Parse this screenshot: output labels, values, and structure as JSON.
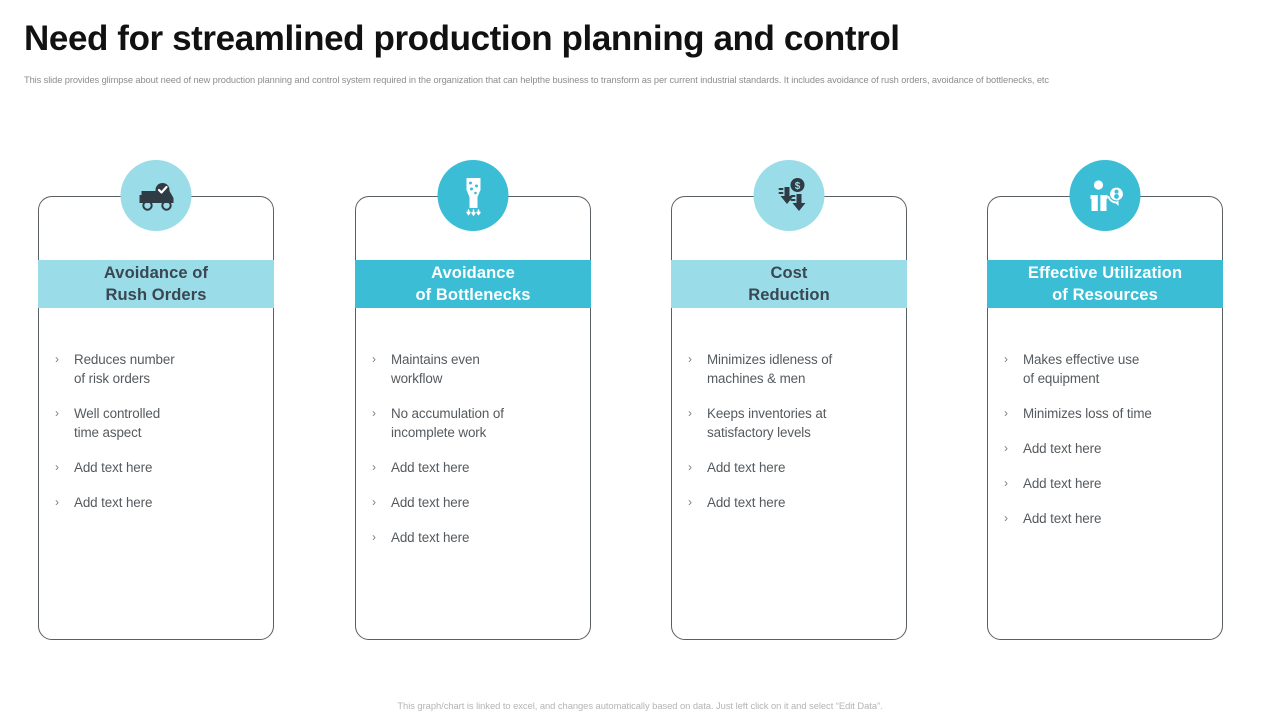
{
  "header": {
    "title": "Need for streamlined production planning and control",
    "subtitle": "This slide provides glimpse about need of new production planning and control system required in the organization that can helpthe business to transform as per current industrial standards. It includes avoidance of rush orders, avoidance of bottlenecks, etc"
  },
  "colors": {
    "accent_light": "#9ADDE8",
    "accent_dark": "#3BBDD6",
    "title_dark": "#3A4652",
    "title_light": "#FFFFFF",
    "body_text": "#555A5E",
    "muted": "#8D8D8D",
    "card_border": "#5A5F63"
  },
  "bullet_marker": "›",
  "cards": [
    {
      "icon": "delivery-truck-check-icon",
      "circle_color": "#9ADDE8",
      "banner_color": "#9ADDE8",
      "banner_text_color": "#3A4652",
      "icon_color": "#2F3B45",
      "title_line1": "Avoidance of",
      "title_line2": "Rush Orders",
      "bullets": [
        "Reduces number\nof  risk orders",
        "Well controlled\ntime aspect",
        "Add text here",
        "Add text here"
      ]
    },
    {
      "icon": "bottleneck-funnel-icon",
      "circle_color": "#3BBDD6",
      "banner_color": "#3BBDD6",
      "banner_text_color": "#FFFFFF",
      "icon_color": "#FFFFFF",
      "title_line1": "Avoidance",
      "title_line2": "of Bottlenecks",
      "bullets": [
        "Maintains even\nworkflow",
        "No accumulation  of\nincomplete work",
        "Add text here",
        "Add text here",
        "Add text here"
      ]
    },
    {
      "icon": "cost-down-arrows-coin-icon",
      "circle_color": "#9ADDE8",
      "banner_color": "#9ADDE8",
      "banner_text_color": "#3A4652",
      "icon_color": "#2F3B45",
      "title_line1": "Cost",
      "title_line2": "Reduction",
      "bullets": [
        "Minimizes idleness of\nmachines & men",
        "Keeps inventories at\nsatisfactory levels",
        "Add text here",
        "Add text here"
      ]
    },
    {
      "icon": "resource-person-gears-icon",
      "circle_color": "#3BBDD6",
      "banner_color": "#3BBDD6",
      "banner_text_color": "#FFFFFF",
      "icon_color": "#FFFFFF",
      "title_line1": "Effective Utilization",
      "title_line2": "of Resources",
      "bullets": [
        "Makes effective use\nof equipment",
        "Minimizes loss of time",
        "Add text here",
        "Add text here",
        "Add text here"
      ]
    }
  ],
  "footer": {
    "note": "This graph/chart is linked to excel, and changes automatically based on data. Just left click on it and select “Edit Data”."
  }
}
